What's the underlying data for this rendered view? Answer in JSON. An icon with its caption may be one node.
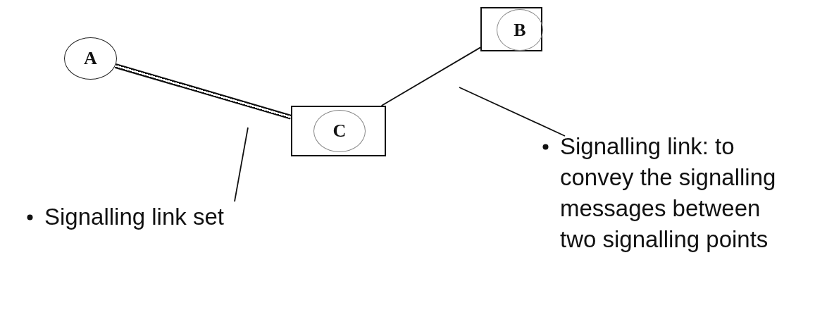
{
  "diagram": {
    "nodes": [
      {
        "text": [
          "A"
        ]
      },
      {
        "text": [],
        "shape": "box"
      },
      {
        "text": [
          "B"
        ],
        "in": 1
      },
      {
        "text": [],
        "shape": "box"
      },
      {
        "text": [
          "C"
        ],
        "in": 3
      },
      {
        "text": [
          "Signalling link set"
        ]
      },
      {
        "text": [
          "Signalling link: to convey the signalling messages between two signalling points"
        ]
      }
    ],
    "edges": [
      {
        "from": 0,
        "to": 3,
        "arrow": "none",
        "style": "thick"
      },
      {
        "from": 3,
        "to": 1,
        "arrow": "none"
      },
      {
        "from": 5,
        "to": null,
        "arrow": "none"
      },
      {
        "from": 6,
        "to": null,
        "arrow": "none"
      }
    ]
  }
}
